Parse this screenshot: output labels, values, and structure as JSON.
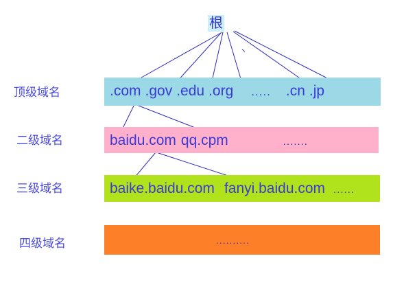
{
  "diagram": {
    "title_node": "根",
    "levels": [
      {
        "id": "tld",
        "label": "顶级域名",
        "color": "#9bd9e6",
        "items": [
          ".com",
          ".gov",
          ".edu",
          ".org",
          ".cn",
          ".jp"
        ],
        "ellipsis": "....."
      },
      {
        "id": "second",
        "label": "二级域名",
        "color": "#ffb0cb",
        "items": [
          "baidu.com",
          "qq.cpm"
        ],
        "ellipsis": "......."
      },
      {
        "id": "third",
        "label": "三级域名",
        "color": "#b0e31b",
        "items": [
          "baike.baidu.com",
          "fanyi.baidu.com"
        ],
        "ellipsis": "......"
      },
      {
        "id": "fourth",
        "label": "四级域名",
        "color": "#fd8028",
        "items": [],
        "ellipsis": ".........."
      }
    ],
    "line_color": "#2b2bbf",
    "text_color": "#3a3ad6",
    "root_bg": "#cdeff7"
  }
}
